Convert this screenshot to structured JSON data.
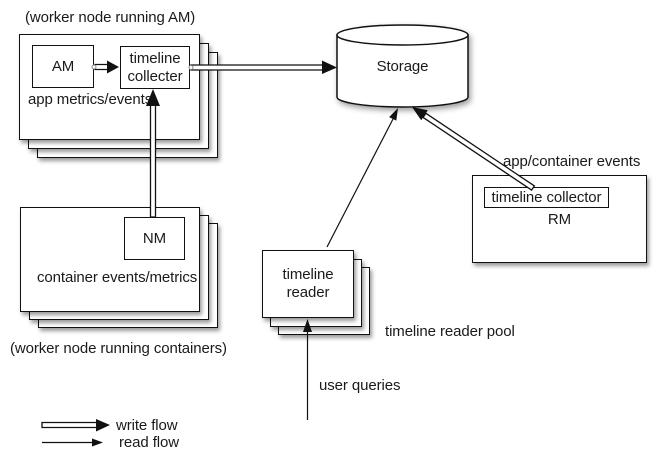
{
  "colors": {
    "ink": "#1a1a1a",
    "background": "#ffffff"
  },
  "worker_am": {
    "caption": "(worker node running AM)",
    "am_label": "AM",
    "collector_label": "timeline collecter",
    "events_label": "app metrics/events"
  },
  "worker_containers": {
    "nm_label": "NM",
    "events_label": "container events/metrics",
    "caption": "(worker node running containers)"
  },
  "storage": {
    "label": "Storage"
  },
  "rm": {
    "events_label": "app/container events",
    "collector_label": "timeline collector",
    "label": "RM"
  },
  "reader_pool": {
    "box_label": "timeline reader",
    "pool_label": "timeline reader pool",
    "queries_label": "user queries"
  },
  "legend": {
    "write_label": "write flow",
    "read_label": "read flow"
  }
}
